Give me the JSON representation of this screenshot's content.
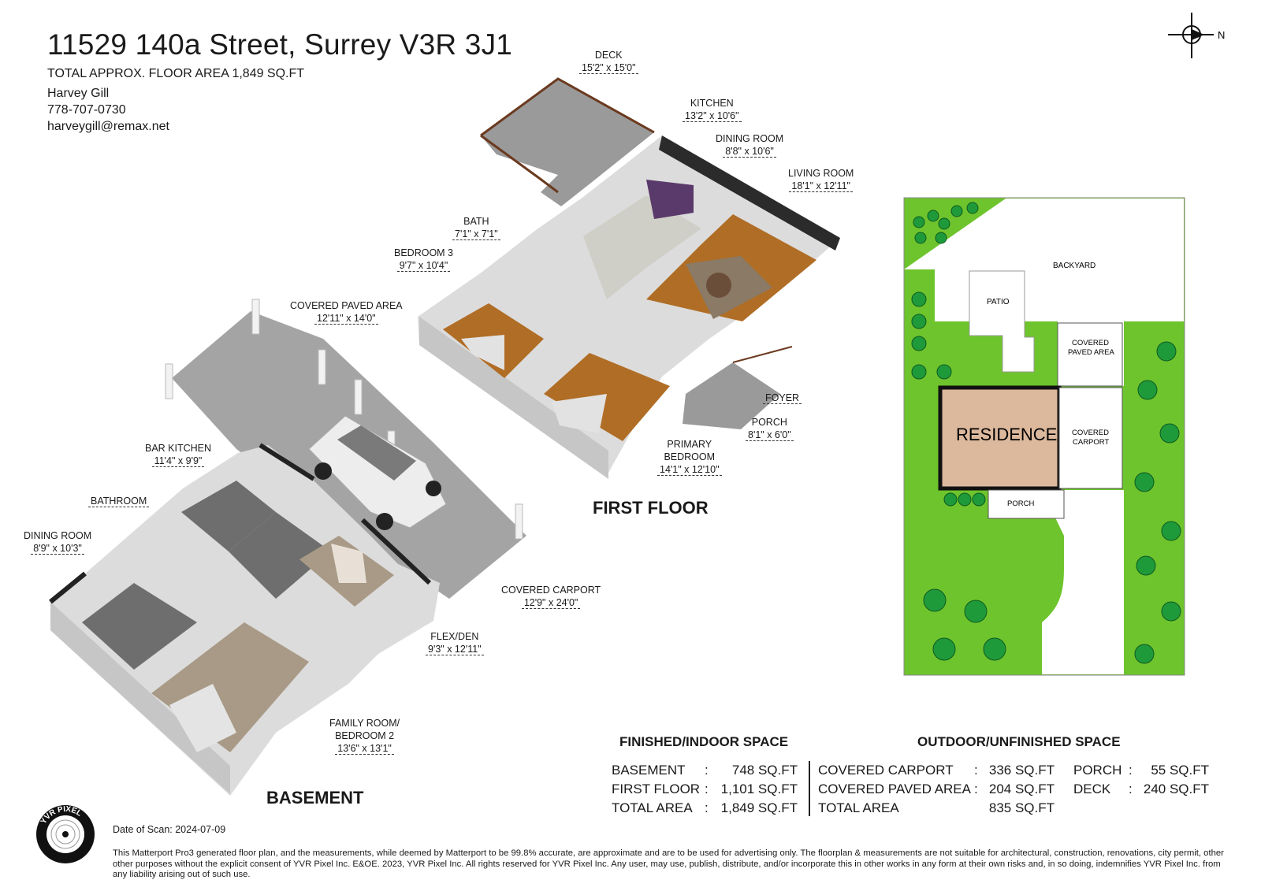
{
  "header": {
    "address": "11529 140a Street, Surrey V3R 3J1",
    "area": "TOTAL APPROX. FLOOR AREA 1,849 SQ.FT",
    "agent_name": "Harvey Gill",
    "agent_phone": "778-707-0730",
    "agent_email": "harveygill@remax.net"
  },
  "compass": {
    "label": "N"
  },
  "first_floor": {
    "label": "FIRST FLOOR",
    "rooms": [
      {
        "name": "DECK",
        "dim": "15'2\" x 15'0\""
      },
      {
        "name": "KITCHEN",
        "dim": "13'2\" x 10'6\""
      },
      {
        "name": "DINING ROOM",
        "dim": "8'8\" x 10'6\""
      },
      {
        "name": "LIVING ROOM",
        "dim": "18'1\" x 12'11\""
      },
      {
        "name": "BATH",
        "dim": "7'1\" x 7'1\""
      },
      {
        "name": "BEDROOM 3",
        "dim": "9'7\" x 10'4\""
      },
      {
        "name": "FOYER",
        "dim": ""
      },
      {
        "name": "PORCH",
        "dim": "8'1\" x 6'0\""
      },
      {
        "name": "PRIMARY",
        "name2": "BEDROOM",
        "dim": "14'1\" x 12'10\""
      }
    ]
  },
  "basement": {
    "label": "BASEMENT",
    "rooms": [
      {
        "name": "COVERED PAVED AREA",
        "dim": "12'11\" x 14'0\""
      },
      {
        "name": "BAR KITCHEN",
        "dim": "11'4\" x 9'9\""
      },
      {
        "name": "BATHROOM",
        "dim": ""
      },
      {
        "name": "DINING ROOM",
        "dim": "8'9\" x 10'3\""
      },
      {
        "name": "COVERED CARPORT",
        "dim": "12'9\" x 24'0\""
      },
      {
        "name": "FLEX/DEN",
        "dim": "9'3\" x 12'11\""
      },
      {
        "name": "FAMILY ROOM/",
        "name2": "BEDROOM 2",
        "dim": "13'6\" x 13'1\""
      }
    ]
  },
  "site_plan": {
    "backyard": "BACKYARD",
    "patio": "PATIO",
    "covered_paved_1": "COVERED",
    "covered_paved_2": "PAVED AREA",
    "residence": "RESIDENCE",
    "covered_carport_1": "COVERED",
    "covered_carport_2": "CARPORT",
    "porch": "PORCH",
    "colors": {
      "grass": "#6ec42c",
      "residence": "#dcb89c",
      "tree": "#1f9a3a"
    }
  },
  "finished_space": {
    "heading": "FINISHED/INDOOR SPACE",
    "rows": [
      {
        "label": "BASEMENT",
        "sep": ":",
        "value": "748 SQ.FT"
      },
      {
        "label": "FIRST FLOOR",
        "sep": ":",
        "value": "1,101 SQ.FT"
      },
      {
        "label": "TOTAL AREA",
        "sep": ":",
        "value": "1,849 SQ.FT"
      }
    ]
  },
  "outdoor_space": {
    "heading": "OUTDOOR/UNFINISHED SPACE",
    "rows": [
      {
        "label": "COVERED CARPORT",
        "sep": ":",
        "value": "336 SQ.FT"
      },
      {
        "label": "COVERED PAVED AREA",
        "sep": ":",
        "value": "204 SQ.FT"
      },
      {
        "label": "TOTAL AREA",
        "sep": ":",
        "value": "835 SQ.FT"
      }
    ],
    "extra": [
      {
        "label": "PORCH",
        "sep": ":",
        "value": "55 SQ.FT"
      },
      {
        "label": "DECK",
        "sep": ":",
        "value": "240 SQ.FT"
      }
    ]
  },
  "footer": {
    "logo_text": "YVR PIXEL",
    "scan_date": "Date of Scan: 2024-07-09",
    "disclaimer": "This Matterport Pro3 generated floor plan, and the measurements, while deemed by Matterport to be 99.8% accurate, are approximate and are to be used for advertising only. The floorplan & measurements are not suitable for architectural, construction, renovations, city permit, other other purposes without the explicit consent of YVR Pixel Inc. E&OE. 2023, YVR Pixel Inc. All rights reserved for YVR Pixel Inc. Any user, may use, publish, distribute, and/or incorporate this in other works in any form at their own risks and, in so doing, indemnifies YVR Pixel Inc. from any liability arising out of such use."
  }
}
